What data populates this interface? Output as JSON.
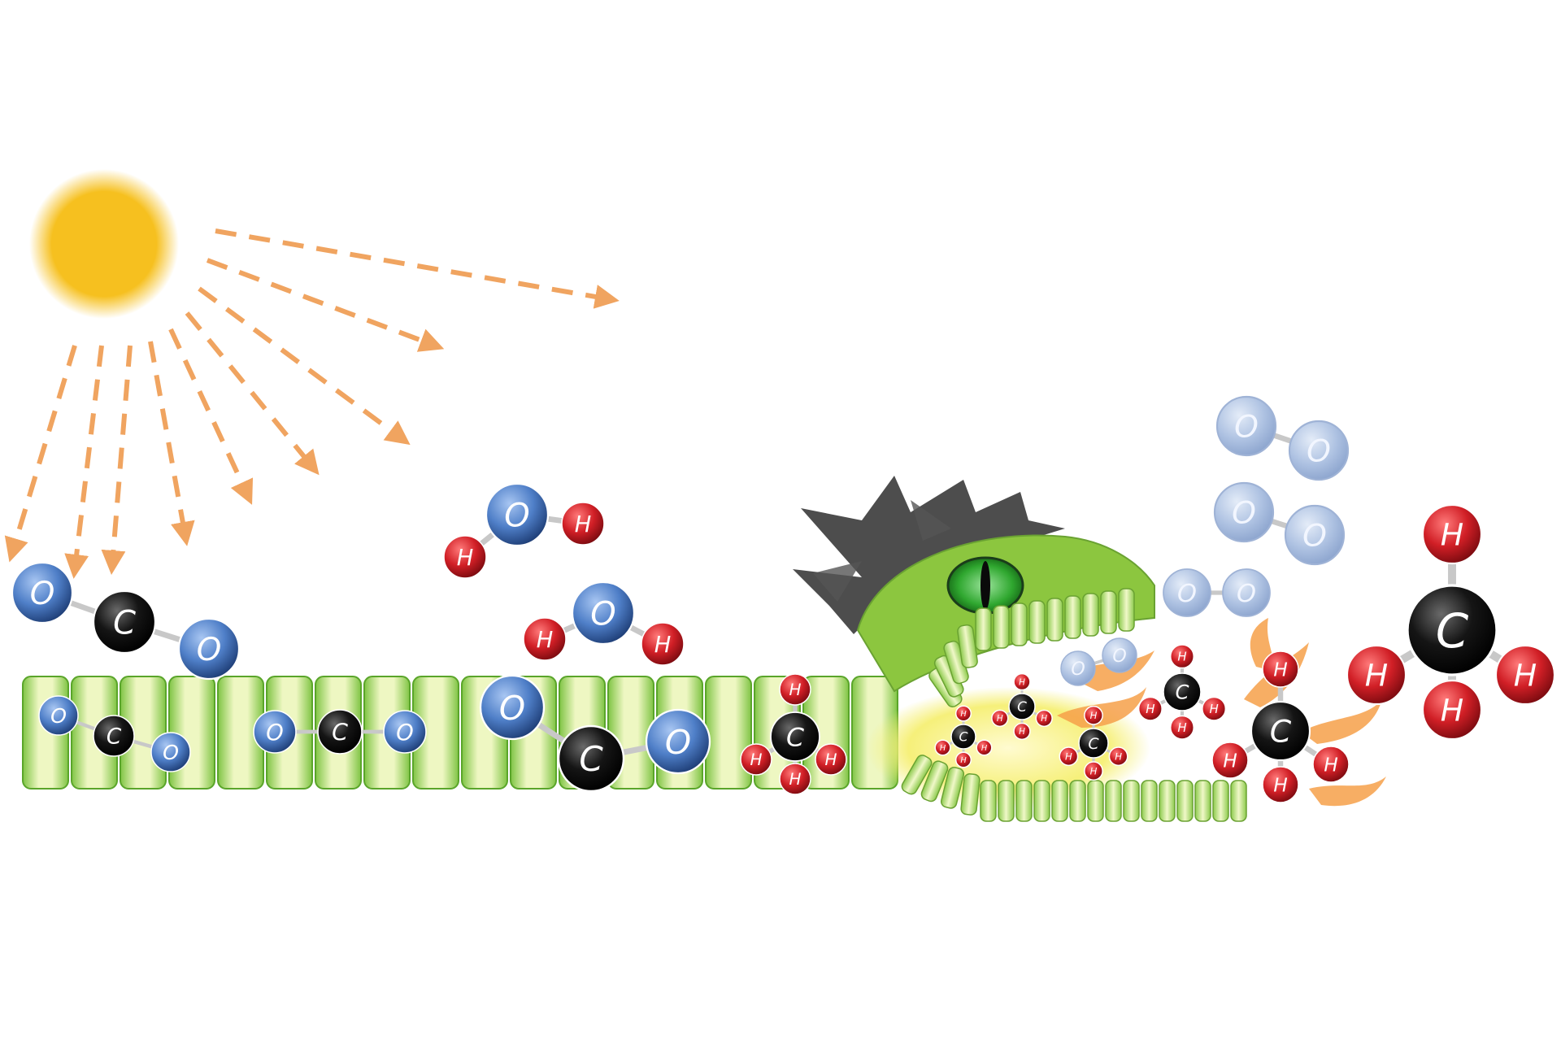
{
  "colors": {
    "sun": "#f6c01f",
    "ray": "#f0a460",
    "oxygen": "#4f7fc8",
    "oxygen_faded": "#a9bfe0",
    "carbon": "#111111",
    "hydrogen": "#d11f26",
    "cell_dark": "#6fb83a",
    "cell_light": "#eaf5b8",
    "eye": "#2fa72f",
    "flame": "#f6a04a",
    "spike": "#3a3a3a"
  },
  "atoms": {
    "oxygen": "O",
    "carbon": "C",
    "hydrogen": "H"
  },
  "icons": {
    "sun": "sun-icon",
    "creature": "cell-monster-icon",
    "eye": "reptile-eye-icon"
  }
}
